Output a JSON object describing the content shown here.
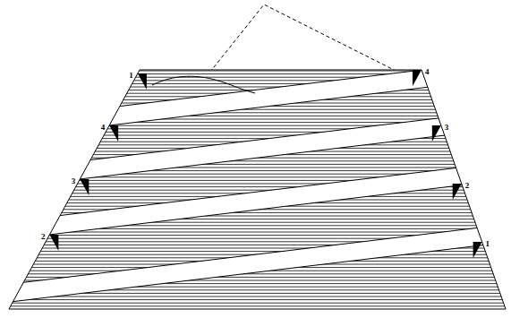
{
  "diagram": {
    "labels": [
      "1",
      "4",
      "4",
      "3",
      "3",
      "2",
      "2",
      "1"
    ]
  }
}
